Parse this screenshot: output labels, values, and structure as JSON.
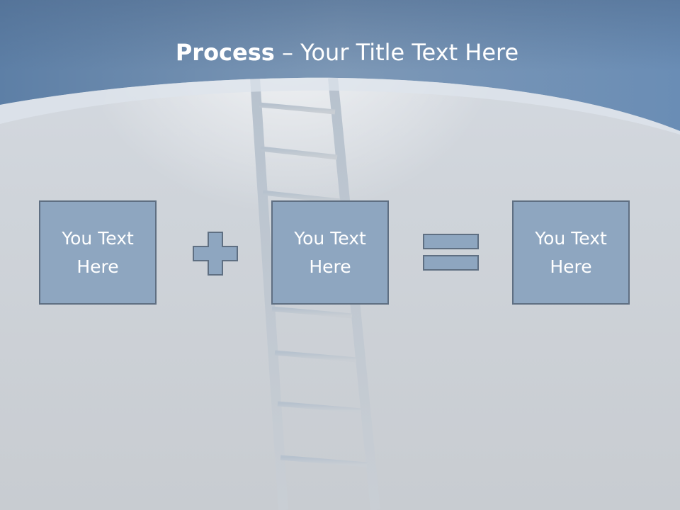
{
  "slide": {
    "title": {
      "bold": "Process",
      "separator": " – ",
      "rest": "Your Title Text Here"
    },
    "boxes": [
      {
        "text": "You Text Here"
      },
      {
        "text": "You Text Here"
      },
      {
        "text": "You Text Here"
      }
    ],
    "operators": [
      "plus-sign",
      "equals-sign"
    ]
  },
  "colors": {
    "header_blue": "#5f82a8",
    "box_fill": "#8ea6c0",
    "box_border": "#5f6f82",
    "text": "#ffffff"
  }
}
